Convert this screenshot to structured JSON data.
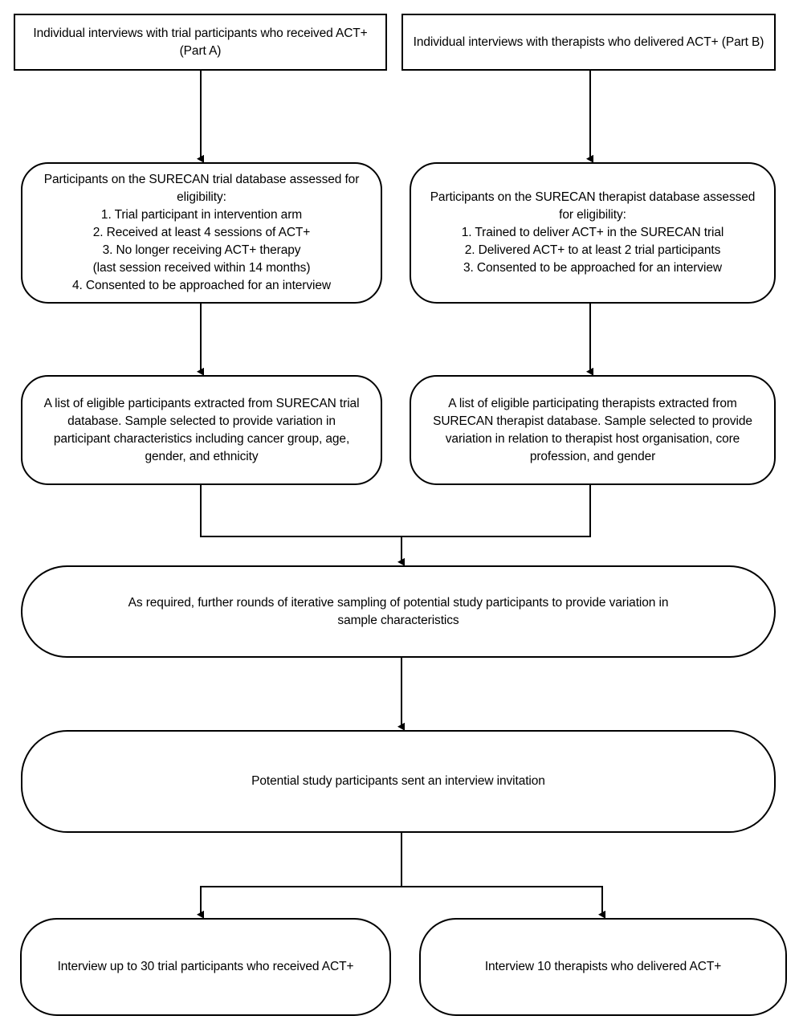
{
  "diagram": {
    "title": "SURECAN qualitative study recruitment flow",
    "type": "flowchart",
    "background_color": "#ffffff",
    "line_color": "#000000",
    "text_color": "#000000",
    "nodes": [
      {
        "id": "part-a-header",
        "shape": "rectangle",
        "text": "Individual interviews with trial participants who received ACT+ (Part A)"
      },
      {
        "id": "part-b-header",
        "shape": "rectangle",
        "text": "Individual interviews with therapists who delivered ACT+ (Part B)"
      },
      {
        "id": "trial-eligibility",
        "shape": "rounded",
        "text": "Participants on the SURECAN trial database assessed for eligibility:\n1. Trial participant in intervention arm\n2. Received at least 4 sessions of ACT+\n3. No longer receiving ACT+ therapy\n(last session received within 14 months)\n4. Consented to be approached for an interview"
      },
      {
        "id": "therapist-eligibility",
        "shape": "rounded",
        "text": "Participants on the SURECAN therapist database assessed for eligibility:\n1. Trained to deliver ACT+ in the SURECAN trial\n2. Delivered ACT+ to at least 2 trial participants\n3. Consented to be approached for an interview"
      },
      {
        "id": "trial-sample-list",
        "shape": "rounded",
        "text": "A list of eligible participants extracted from SURECAN trial database. Sample selected to provide variation in participant characteristics including cancer group, age, gender, and ethnicity"
      },
      {
        "id": "therapist-sample-list",
        "shape": "rounded",
        "text": "A list of eligible participating therapists extracted from SURECAN therapist database. Sample selected to provide variation in relation to therapist host organisation, core profession, and gender"
      },
      {
        "id": "iterative-sampling",
        "shape": "rounded",
        "text": "As required, further rounds of iterative sampling of potential study participants to provide variation in sample characteristics"
      },
      {
        "id": "invitation-sent",
        "shape": "rounded",
        "text": "Potential study participants sent an interview invitation"
      },
      {
        "id": "interview-participants",
        "shape": "rounded",
        "text": "Interview up to 30 trial participants who received ACT+"
      },
      {
        "id": "interview-therapists",
        "shape": "rounded",
        "text": "Interview 10 therapists who delivered ACT+"
      }
    ]
  }
}
